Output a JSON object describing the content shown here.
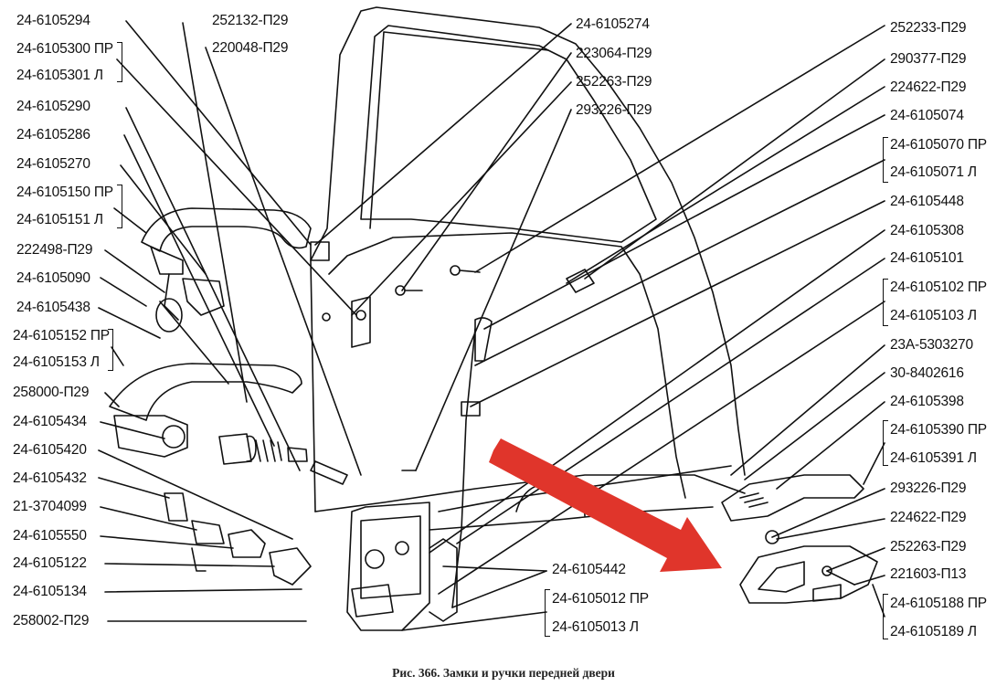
{
  "caption": "Рис. 366. Замки и ручки передней двери",
  "labels": {
    "l01": "24-6105294",
    "l02": "24-6105300 ПР",
    "l03": "24-6105301 Л",
    "l04": "24-6105290",
    "l05": "24-6105286",
    "l06": "24-6105270",
    "l07": "24-6105150 ПР",
    "l08": "24-6105151 Л",
    "l09": "222498-П29",
    "l10": "24-6105090",
    "l11": "24-6105438",
    "l12": "24-6105152 ПР",
    "l13": "24-6105153 Л",
    "l14": "258000-П29",
    "l15": "24-6105434",
    "l16": "24-6105420",
    "l17": "24-6105432",
    "l18": "21-3704099",
    "l19": "24-6105550",
    "l20": "24-6105122",
    "l21": "24-6105134",
    "l22": "258002-П29",
    "t01": "252132-П29",
    "t02": "220048-П29",
    "m01": "24-6105274",
    "m02": "223064-П29",
    "m03": "252263-П29",
    "m04": "293226-П29",
    "r01": "252233-П29",
    "r02": "290377-П29",
    "r03": "224622-П29",
    "r04": "24-6105074",
    "r05": "24-6105070 ПР",
    "r06": "24-6105071 Л",
    "r07": "24-6105448",
    "r08": "24-6105308",
    "r09": "24-6105101",
    "r10": "24-6105102 ПР",
    "r11": "24-6105103 Л",
    "r12": "23А-5303270",
    "r13": "30-8402616",
    "r14": "24-6105398",
    "r15": "24-6105390 ПР",
    "r16": "24-6105391 Л",
    "r17": "293226-П29",
    "r18": "224622-П29",
    "r19": "252263-П29",
    "r20": "221603-П13",
    "r21": "24-6105188 ПР",
    "r22": "24-6105189 Л",
    "b01": "24-6105442",
    "b02": "24-6105012 ПР",
    "b03": "24-6105013 Л"
  },
  "colors": {
    "ink": "#111111",
    "arrow": "#e0352b",
    "background": "#ffffff"
  }
}
